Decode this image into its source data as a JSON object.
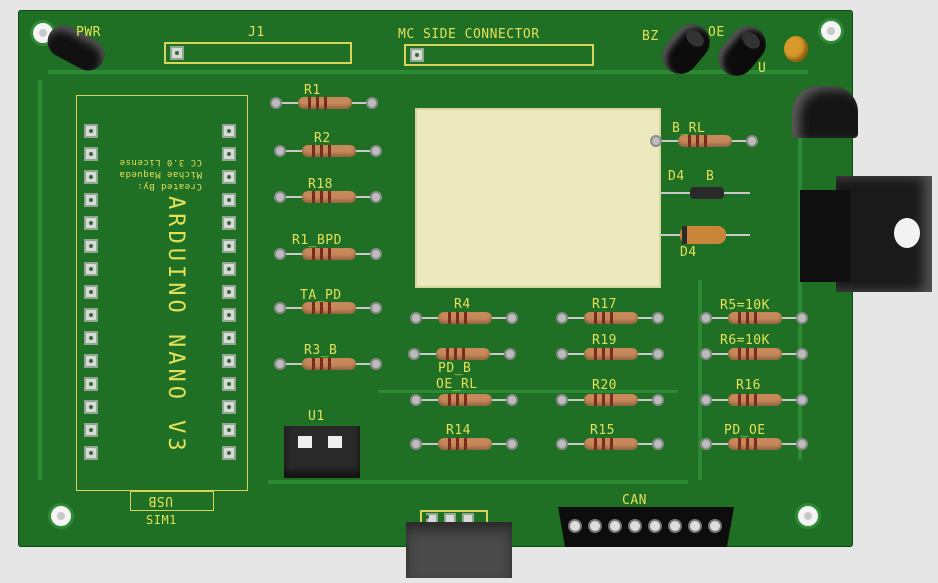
{
  "labels": {
    "pwr": "PWR",
    "j1": "J1",
    "mc_connector": "MC SIDE CONNECTOR",
    "bz": "BZ",
    "oe": "OE",
    "d4": "D4",
    "d4_alt": "D4",
    "u": "U",
    "b_rl": "B_RL",
    "b": "B",
    "r1": "R1",
    "r2": "R2",
    "r18": "R18",
    "r1_bpd": "R1_BPD",
    "ta_pd": "TA_PD",
    "r3_b": "R3_B",
    "u1": "U1",
    "r4": "R4",
    "pd_b": "PD_B",
    "oe_rl": "OE_RL",
    "r14": "R14",
    "r17": "R17",
    "r19": "R19",
    "r20": "R20",
    "r15": "R15",
    "r5": "R5=10K",
    "r6": "R6=10K",
    "r16": "R16",
    "pd_oe": "PD_OE",
    "can": "CAN",
    "usb": "USB",
    "sim1": "SIM1",
    "arduino": "ARDUINO NANO V3",
    "credit_1": "Created By:",
    "credit_2": "Michae Maqueda",
    "credit_3": "CC 3.0 License"
  },
  "colors": {
    "board": "#1f6f25",
    "silkscreen": "#e3e05a",
    "lcd": "#ede9bf"
  }
}
